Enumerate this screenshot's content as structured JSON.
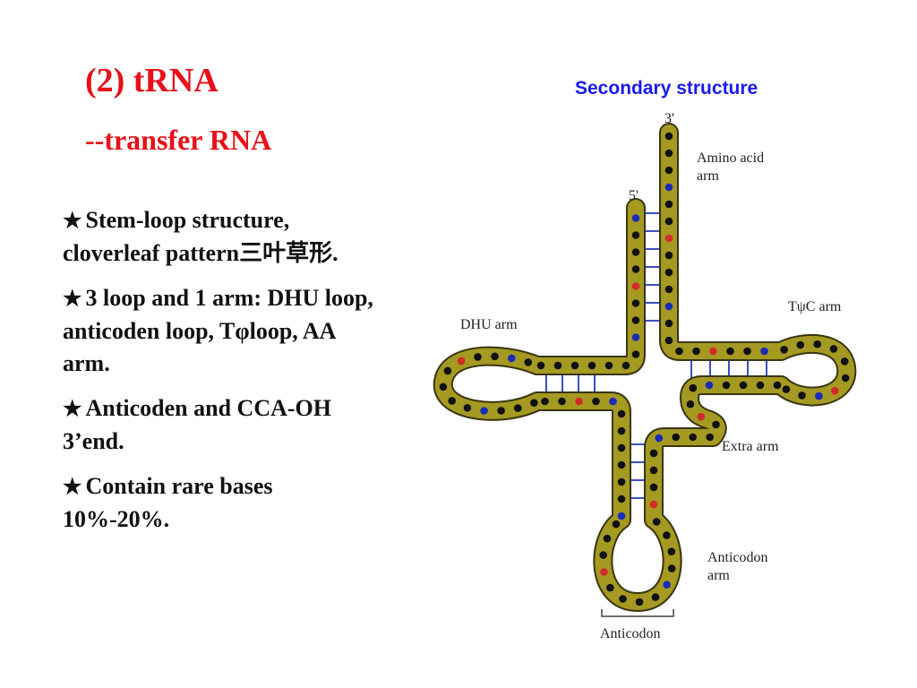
{
  "slide": {
    "title": "(2) tRNA",
    "subtitle": "--transfer RNA",
    "bullets": [
      {
        "star": "★",
        "text": "Stem-loop structure, cloverleaf pattern三叶草形."
      },
      {
        "star": "★",
        "text": "3 loop and 1 arm: DHU loop, anticoden loop, Tφloop, AA arm."
      },
      {
        "star": "★",
        "text": "Anticoden and CCA-OH 3’end."
      },
      {
        "star": "★",
        "text": "Contain rare bases 10%-20%."
      }
    ]
  },
  "diagram": {
    "caption": "Secondary structure",
    "labels": {
      "three_prime": "3'",
      "five_prime": "5'",
      "amino_acid_arm_1": "Amino acid",
      "amino_acid_arm_2": "arm",
      "dhu_arm": "DHU arm",
      "tpsic_arm": "TψC arm",
      "extra_arm": "Extra arm",
      "anticodon_arm_1": "Anticodon",
      "anticodon_arm_2": "arm",
      "anticodon": "Anticodon"
    },
    "colors": {
      "backbone": "#a49a22",
      "outline": "#3a3510",
      "base_black": "#111111",
      "base_blue": "#1b2bb8",
      "base_red": "#d42a2a",
      "hbond": "#3b4fc4"
    }
  }
}
